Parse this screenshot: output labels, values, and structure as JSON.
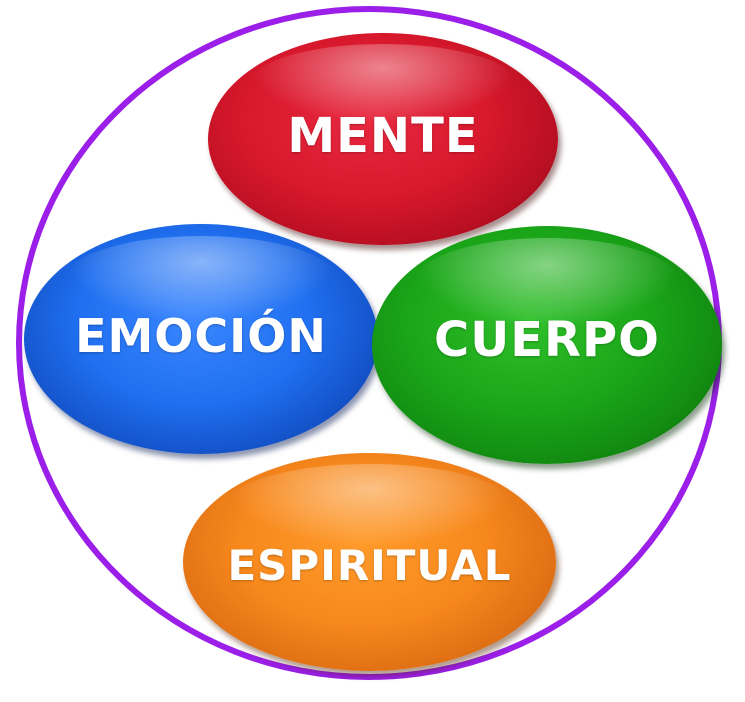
{
  "diagram": {
    "ring_color": "#9b1fe8",
    "nodes": {
      "mente": {
        "label": "MENTE",
        "color": "#d8182c"
      },
      "emocion": {
        "label": "EMOCIÓN",
        "color": "#1f6ff0"
      },
      "cuerpo": {
        "label": "CUERPO",
        "color": "#1aa518"
      },
      "espiritual": {
        "label": "ESPIRITUAL",
        "color": "#f7881c"
      }
    }
  }
}
